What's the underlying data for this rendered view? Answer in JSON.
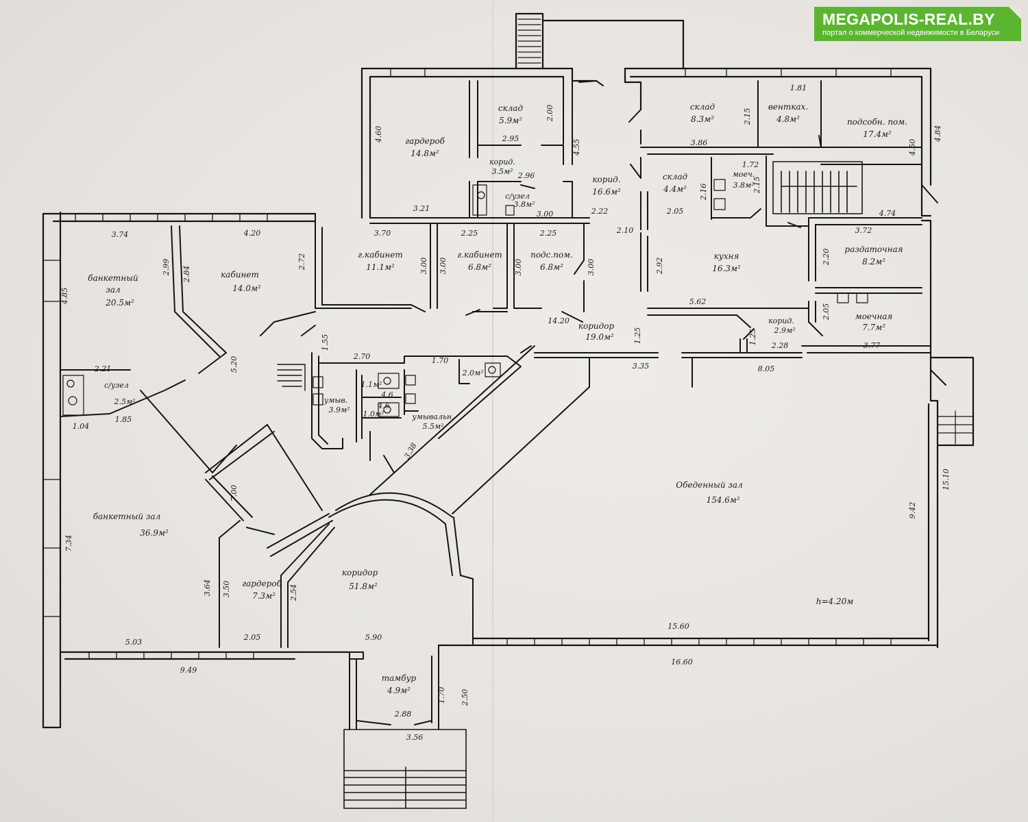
{
  "brand": {
    "name": "MEGAPOLIS-REAL.BY",
    "tagline": "портал о коммерческой недвижимости в Беларуси",
    "color": "#5cb531"
  },
  "rooms": {
    "sklad_a": "склад",
    "sklad_a_area": "5.9м²",
    "garderob_a": "гардероб",
    "garderob_a_area": "14.8м²",
    "korid_a": "корид.",
    "korid_a_area": "3.5м²",
    "sanuzel_a": "с/узел",
    "sanuzel_a_area": "3.8м²",
    "korid_b": "корид.",
    "korid_b_area": "16.6м²",
    "sklad_b": "склад",
    "sklad_b_area": "8.3м²",
    "ventkam": "вентках.",
    "ventkam_area": "4.8м²",
    "podsobn": "подсобн. пом.",
    "podsobn_area": "17.4м²",
    "sklad_c": "склад",
    "sklad_c_area": "4.4м²",
    "moech_a": "моеч.",
    "moech_a_area": "3.8м²",
    "banket_a": "банкетный",
    "banket_a_line2": "зал",
    "banket_a_area": "20.5м²",
    "kabinet_a": "кабинет",
    "kabinet_a_area": "14.0м²",
    "kabinet_b": "г.кабинет",
    "kabinet_b_area": "11.1м²",
    "kabinet_c": "г.кабинет",
    "kabinet_c_area": "6.8м²",
    "podsob_b": "подс.пом.",
    "podsob_b_area": "6.8м²",
    "kukhnya": "кухня",
    "kukhnya_area": "16.3м²",
    "razdat": "раздаточная",
    "razdat_area": "8.2м²",
    "korid_c": "корид.",
    "korid_c_area": "2.9м²",
    "moechnaya": "моечная",
    "moechnaya_area": "7.7м²",
    "koridor_a": "коридор",
    "koridor_a_area": "19.0м²",
    "sanuzel_b": "с/узел",
    "sanuzel_b_area": "2.5м²",
    "umyv_a": "умыв.",
    "umyv_a_area": "3.9м²",
    "wc_a": "1.1м²",
    "wc_b": "1.0м²",
    "wc_c": "2.0м²",
    "umyv_b": "умывальн.",
    "umyv_b_area": "5.5м²",
    "obed": "Обеденный зал",
    "obed_area": "154.6м²",
    "banket_b": "банкетный зал",
    "banket_b_area": "36.9м²",
    "koridor_b": "коридор",
    "koridor_b_area": "51.8м²",
    "garderob_b": "гардероб",
    "garderob_b_area": "7.3м²",
    "tambur": "тамбур",
    "tambur_area": "4.9м²",
    "height": "h=4.20м"
  },
  "dims": {
    "d1": "4.60",
    "d2": "2.95",
    "d3": "2.00",
    "d4": "4.55",
    "d5": "2.96",
    "d6": "3.00",
    "d7": "3.21",
    "d8": "2.22",
    "d9": "1.81",
    "d10": "2.15",
    "d11": "3.86",
    "d12": "4.50",
    "d13": "4.84",
    "d14": "1.72",
    "d15": "2.16",
    "d16": "2.15",
    "d17": "2.05",
    "d18": "2.10",
    "d19": "4.74",
    "d20": "3.74",
    "d21": "4.20",
    "d22": "2.99",
    "d23": "2.84",
    "d24": "2.72",
    "d25": "4.85",
    "d26": "3.70",
    "d27": "2.25",
    "d28": "2.25",
    "d29": "3.00",
    "d30": "3.00",
    "d31": "3.00",
    "d32": "3.00",
    "d33": "2.92",
    "d34": "5.62",
    "d35": "3.72",
    "d36": "2.20",
    "d37": "2.05",
    "d38": "3.77",
    "d39": "14.20",
    "d40": "1.25",
    "d41": "1.25",
    "d42": "2.28",
    "d43": "5.20",
    "d44": "1.55",
    "d45": "2.70",
    "d46": "1.70",
    "d47": "3.35",
    "d48": "8.05",
    "d49": "2.21",
    "d50": "1.04",
    "d51": "1.85",
    "d52": "4.6",
    "d53": "4.6",
    "d54": "3.38",
    "d55": "9.42",
    "d56": "15.10",
    "d57": "7.34",
    "d58": "7.00",
    "d59": "3.64",
    "d60": "3.50",
    "d61": "2.54",
    "d62": "5.03",
    "d63": "2.05",
    "d64": "5.90",
    "d65": "9.49",
    "d66": "15.60",
    "d67": "16.60",
    "d68": "1.70",
    "d69": "2.50",
    "d70": "2.88",
    "d71": "3.56"
  }
}
